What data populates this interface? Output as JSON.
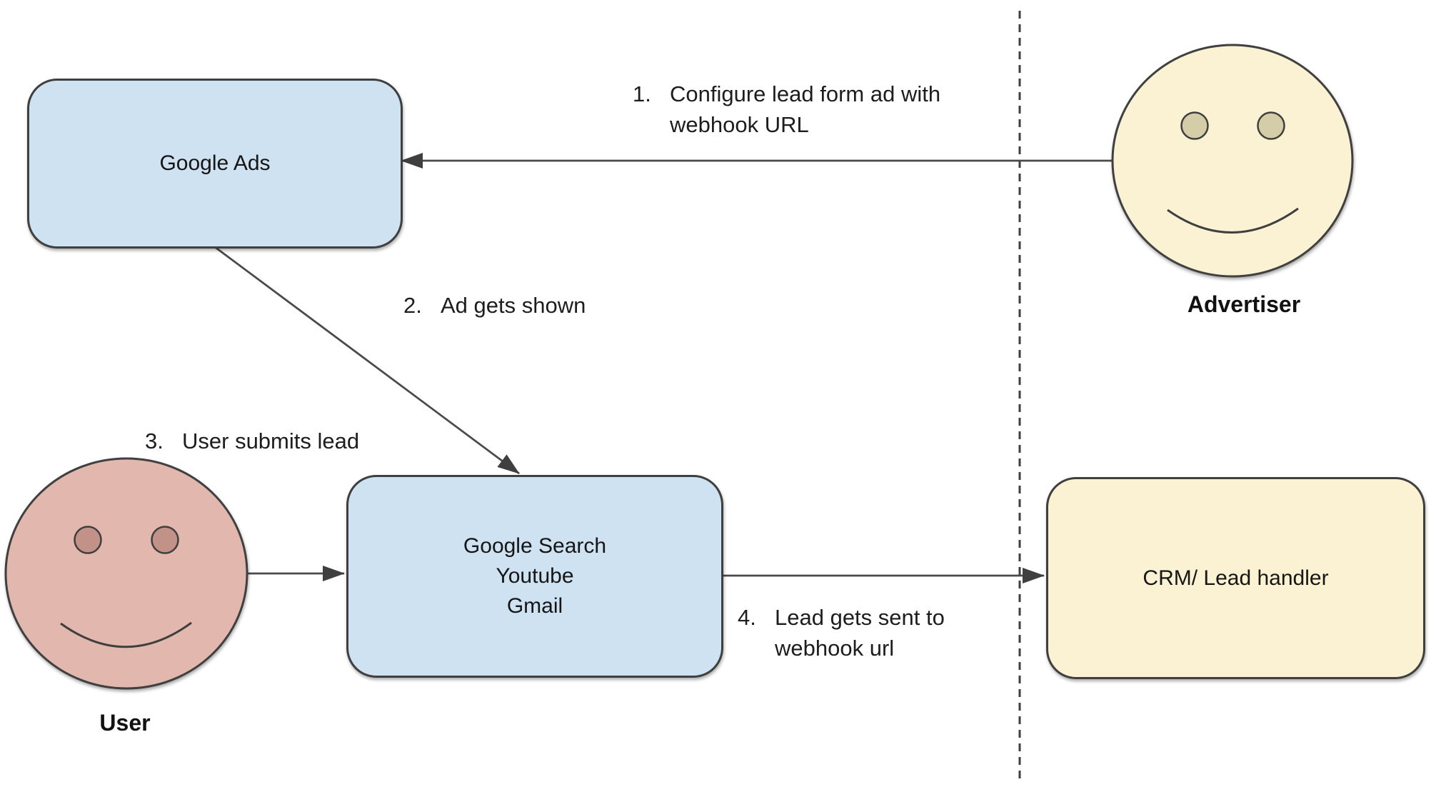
{
  "diagram": {
    "kind": "flow-diagram",
    "description_visible_elements": "Google Ads lead form webhook flow with four numbered arrows and a dashed vertical divider"
  },
  "colors": {
    "background": "#ffffff",
    "box_blue": "#cfe2f2",
    "box_yellow": "#faf2d2",
    "face_yellow": "#faf2d2",
    "face_pink": "#e2b8ae",
    "eye_tan": "#d5cda8",
    "eye_pink": "#c29288",
    "shape_border": "#3f3f3f",
    "arrow": "#4a4a4a",
    "text": "#1d1d1f"
  },
  "nodes": {
    "google_ads": {
      "label": "Google Ads"
    },
    "platforms": {
      "lines": [
        "Google Search",
        "Youtube",
        "Gmail"
      ]
    },
    "crm": {
      "label": "CRM/ Lead handler"
    },
    "advertiser": {
      "label": "Advertiser"
    },
    "user": {
      "label": "User"
    }
  },
  "steps": [
    {
      "num": "1.",
      "lines": [
        "Configure lead form ad with",
        "webhook URL"
      ]
    },
    {
      "num": "2.",
      "lines": [
        "Ad gets shown"
      ]
    },
    {
      "num": "3.",
      "lines": [
        "User submits lead"
      ]
    },
    {
      "num": "4.",
      "lines": [
        "Lead gets sent to",
        "webhook url"
      ]
    }
  ],
  "edges": [
    {
      "step": "1",
      "from": "Advertiser",
      "to": "Google Ads"
    },
    {
      "step": "2",
      "from": "Google Ads",
      "to": "Google Search / Youtube / Gmail"
    },
    {
      "step": "3",
      "from": "User",
      "to": "Google Search / Youtube / Gmail"
    },
    {
      "step": "4",
      "from": "Google Search / Youtube / Gmail",
      "to": "CRM/ Lead handler"
    }
  ]
}
